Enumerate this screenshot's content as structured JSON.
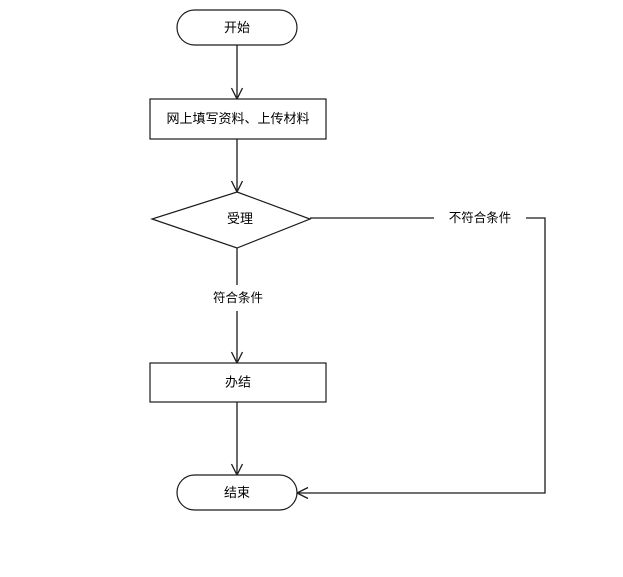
{
  "diagram": {
    "type": "flowchart",
    "orientation": "top-to-bottom",
    "background_color": "#ffffff",
    "stroke_color": "#1a1a1a",
    "text_color": "#000000",
    "nodes": [
      {
        "id": "start",
        "label": "开始",
        "shape": "stadium",
        "role": "terminator-start"
      },
      {
        "id": "submit",
        "label": "网上填写资料、上传材料",
        "shape": "rectangle",
        "role": "process"
      },
      {
        "id": "accept",
        "label": "受理",
        "shape": "diamond",
        "role": "decision"
      },
      {
        "id": "complete",
        "label": "办结",
        "shape": "rectangle",
        "role": "process"
      },
      {
        "id": "end",
        "label": "结束",
        "shape": "stadium",
        "role": "terminator-end"
      }
    ],
    "edges": [
      {
        "id": "start-to-submit",
        "from": "start",
        "to": "submit",
        "label": ""
      },
      {
        "id": "submit-to-accept",
        "from": "submit",
        "to": "accept",
        "label": ""
      },
      {
        "id": "accept-to-complete",
        "from": "accept",
        "to": "complete",
        "label": "符合条件"
      },
      {
        "id": "complete-to-end",
        "from": "complete",
        "to": "end",
        "label": ""
      },
      {
        "id": "accept-to-end",
        "from": "accept",
        "to": "end",
        "label": "不符合条件"
      }
    ]
  }
}
